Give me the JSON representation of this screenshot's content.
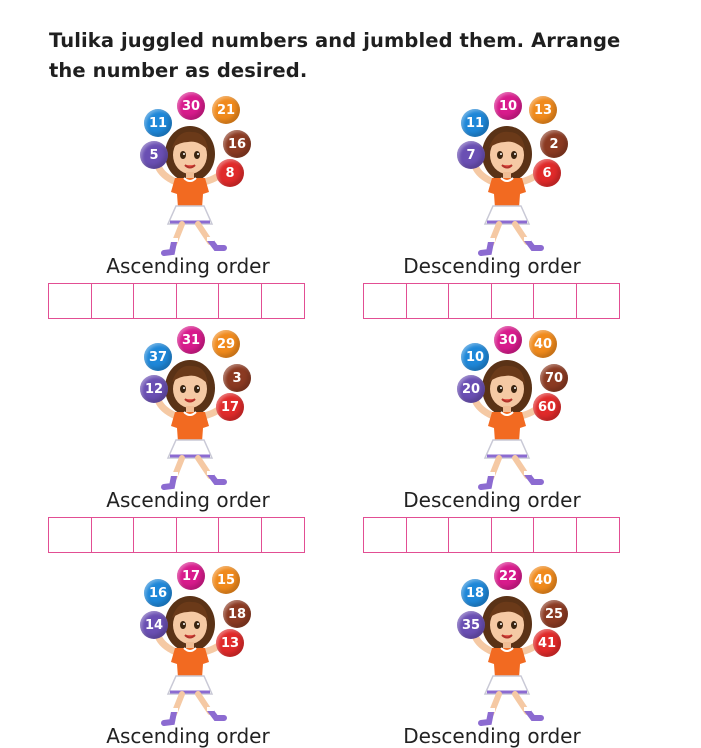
{
  "instruction": "Tulika juggled numbers and jumbled them. Arrange the number as desired.",
  "colors": {
    "magenta": "#d81b8c",
    "orange": "#f08a1c",
    "blue": "#1e87d8",
    "brown": "#8b3a22",
    "purple": "#6a4fb3",
    "red": "#e02a2a",
    "box_border": "#e24e93"
  },
  "panels": [
    {
      "order_label": "Ascending order",
      "balls": [
        {
          "value": "30",
          "color": "magenta"
        },
        {
          "value": "21",
          "color": "orange"
        },
        {
          "value": "11",
          "color": "blue"
        },
        {
          "value": "16",
          "color": "brown"
        },
        {
          "value": "5",
          "color": "purple"
        },
        {
          "value": "8",
          "color": "red"
        }
      ]
    },
    {
      "order_label": "Descending order",
      "balls": [
        {
          "value": "10",
          "color": "magenta"
        },
        {
          "value": "13",
          "color": "orange"
        },
        {
          "value": "11",
          "color": "blue"
        },
        {
          "value": "2",
          "color": "brown"
        },
        {
          "value": "7",
          "color": "purple"
        },
        {
          "value": "6",
          "color": "red"
        }
      ]
    },
    {
      "order_label": "Ascending order",
      "balls": [
        {
          "value": "31",
          "color": "magenta"
        },
        {
          "value": "29",
          "color": "orange"
        },
        {
          "value": "37",
          "color": "blue"
        },
        {
          "value": "3",
          "color": "brown"
        },
        {
          "value": "12",
          "color": "purple"
        },
        {
          "value": "17",
          "color": "red"
        }
      ]
    },
    {
      "order_label": "Descending order",
      "balls": [
        {
          "value": "30",
          "color": "magenta"
        },
        {
          "value": "40",
          "color": "orange"
        },
        {
          "value": "10",
          "color": "blue"
        },
        {
          "value": "70",
          "color": "brown"
        },
        {
          "value": "20",
          "color": "purple"
        },
        {
          "value": "60",
          "color": "red"
        }
      ]
    },
    {
      "order_label": "Ascending order",
      "balls": [
        {
          "value": "17",
          "color": "magenta"
        },
        {
          "value": "15",
          "color": "orange"
        },
        {
          "value": "16",
          "color": "blue"
        },
        {
          "value": "18",
          "color": "brown"
        },
        {
          "value": "14",
          "color": "purple"
        },
        {
          "value": "13",
          "color": "red"
        }
      ]
    },
    {
      "order_label": "Descending order",
      "balls": [
        {
          "value": "22",
          "color": "magenta"
        },
        {
          "value": "40",
          "color": "orange"
        },
        {
          "value": "18",
          "color": "blue"
        },
        {
          "value": "25",
          "color": "brown"
        },
        {
          "value": "35",
          "color": "purple"
        },
        {
          "value": "41",
          "color": "red"
        }
      ]
    }
  ]
}
